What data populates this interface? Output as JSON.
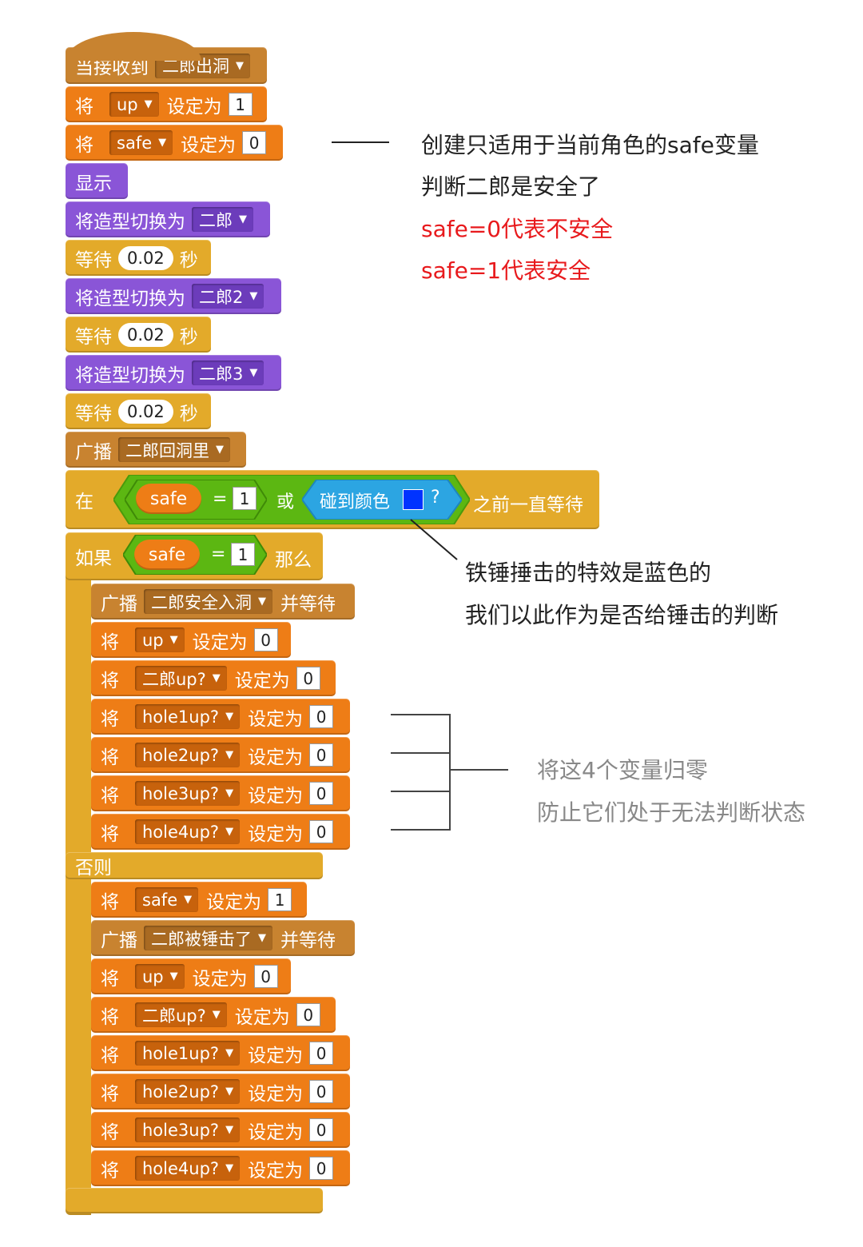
{
  "colors": {
    "control": "#e3aa2a",
    "events": "#c88330",
    "data": "#ee7d16",
    "looks": "#8a55d7",
    "sensing": "#2ca5e2",
    "operators": "#5cb712",
    "var_reporter": "#ee7d16",
    "sense_color": "#0033ff",
    "comment_red": "#e8191c",
    "comment_dark": "#222222",
    "comment_gray": "#888888"
  },
  "script": {
    "hat": {
      "label": "当接收到",
      "message": "二郎出洞"
    },
    "set_up": {
      "verb": "将",
      "var": "up",
      "mid": "设定为",
      "value": "1"
    },
    "set_safe": {
      "verb": "将",
      "var": "safe",
      "mid": "设定为",
      "value": "0"
    },
    "show": {
      "label": "显示"
    },
    "costume1": {
      "label": "将造型切换为",
      "costume": "二郎"
    },
    "wait1": {
      "label": "等待",
      "value": "0.02",
      "unit": "秒"
    },
    "costume2": {
      "label": "将造型切换为",
      "costume": "二郎2"
    },
    "wait2": {
      "label": "等待",
      "value": "0.02",
      "unit": "秒"
    },
    "costume3": {
      "label": "将造型切换为",
      "costume": "二郎3"
    },
    "wait3": {
      "label": "等待",
      "value": "0.02",
      "unit": "秒"
    },
    "broadcast1": {
      "label": "广播",
      "message": "二郎回洞里"
    },
    "wait_until": {
      "prefix": "在",
      "var": "safe",
      "eq": "=",
      "value": "1",
      "or": "或",
      "touch": "碰到颜色",
      "q": "?",
      "suffix": "之前一直等待"
    },
    "if": {
      "label": "如果",
      "var": "safe",
      "eq": "=",
      "value": "1",
      "then": "那么"
    },
    "if_body": [
      {
        "type": "broadcast",
        "label": "广播",
        "message": "二郎安全入洞",
        "suffix": "并等待"
      },
      {
        "type": "set",
        "verb": "将",
        "var": "up",
        "mid": "设定为",
        "value": "0"
      },
      {
        "type": "set",
        "verb": "将",
        "var": "二郎up?",
        "mid": "设定为",
        "value": "0"
      },
      {
        "type": "set",
        "verb": "将",
        "var": "hole1up?",
        "mid": "设定为",
        "value": "0"
      },
      {
        "type": "set",
        "verb": "将",
        "var": "hole2up?",
        "mid": "设定为",
        "value": "0"
      },
      {
        "type": "set",
        "verb": "将",
        "var": "hole3up?",
        "mid": "设定为",
        "value": "0"
      },
      {
        "type": "set",
        "verb": "将",
        "var": "hole4up?",
        "mid": "设定为",
        "value": "0"
      }
    ],
    "else": {
      "label": "否则"
    },
    "else_body": [
      {
        "type": "set",
        "verb": "将",
        "var": "safe",
        "mid": "设定为",
        "value": "1"
      },
      {
        "type": "broadcast",
        "label": "广播",
        "message": "二郎被锤击了",
        "suffix": "并等待"
      },
      {
        "type": "set",
        "verb": "将",
        "var": "up",
        "mid": "设定为",
        "value": "0"
      },
      {
        "type": "set",
        "verb": "将",
        "var": "二郎up?",
        "mid": "设定为",
        "value": "0"
      },
      {
        "type": "set",
        "verb": "将",
        "var": "hole1up?",
        "mid": "设定为",
        "value": "0"
      },
      {
        "type": "set",
        "verb": "将",
        "var": "hole2up?",
        "mid": "设定为",
        "value": "0"
      },
      {
        "type": "set",
        "verb": "将",
        "var": "hole3up?",
        "mid": "设定为",
        "value": "0"
      },
      {
        "type": "set",
        "verb": "将",
        "var": "hole4up?",
        "mid": "设定为",
        "value": "0"
      }
    ]
  },
  "comments": {
    "c1_line1": "创建只适用于当前角色的safe变量",
    "c1_line2": "判断二郎是安全了",
    "c1_line3": "safe=0代表不安全",
    "c1_line4": "safe=1代表安全",
    "c2_line1": "铁锤捶击的特效是蓝色的",
    "c2_line2": "我们以此作为是否给锤击的判断",
    "c3_line1": "将这4个变量归零",
    "c3_line2": "防止它们处于无法判断状态"
  }
}
